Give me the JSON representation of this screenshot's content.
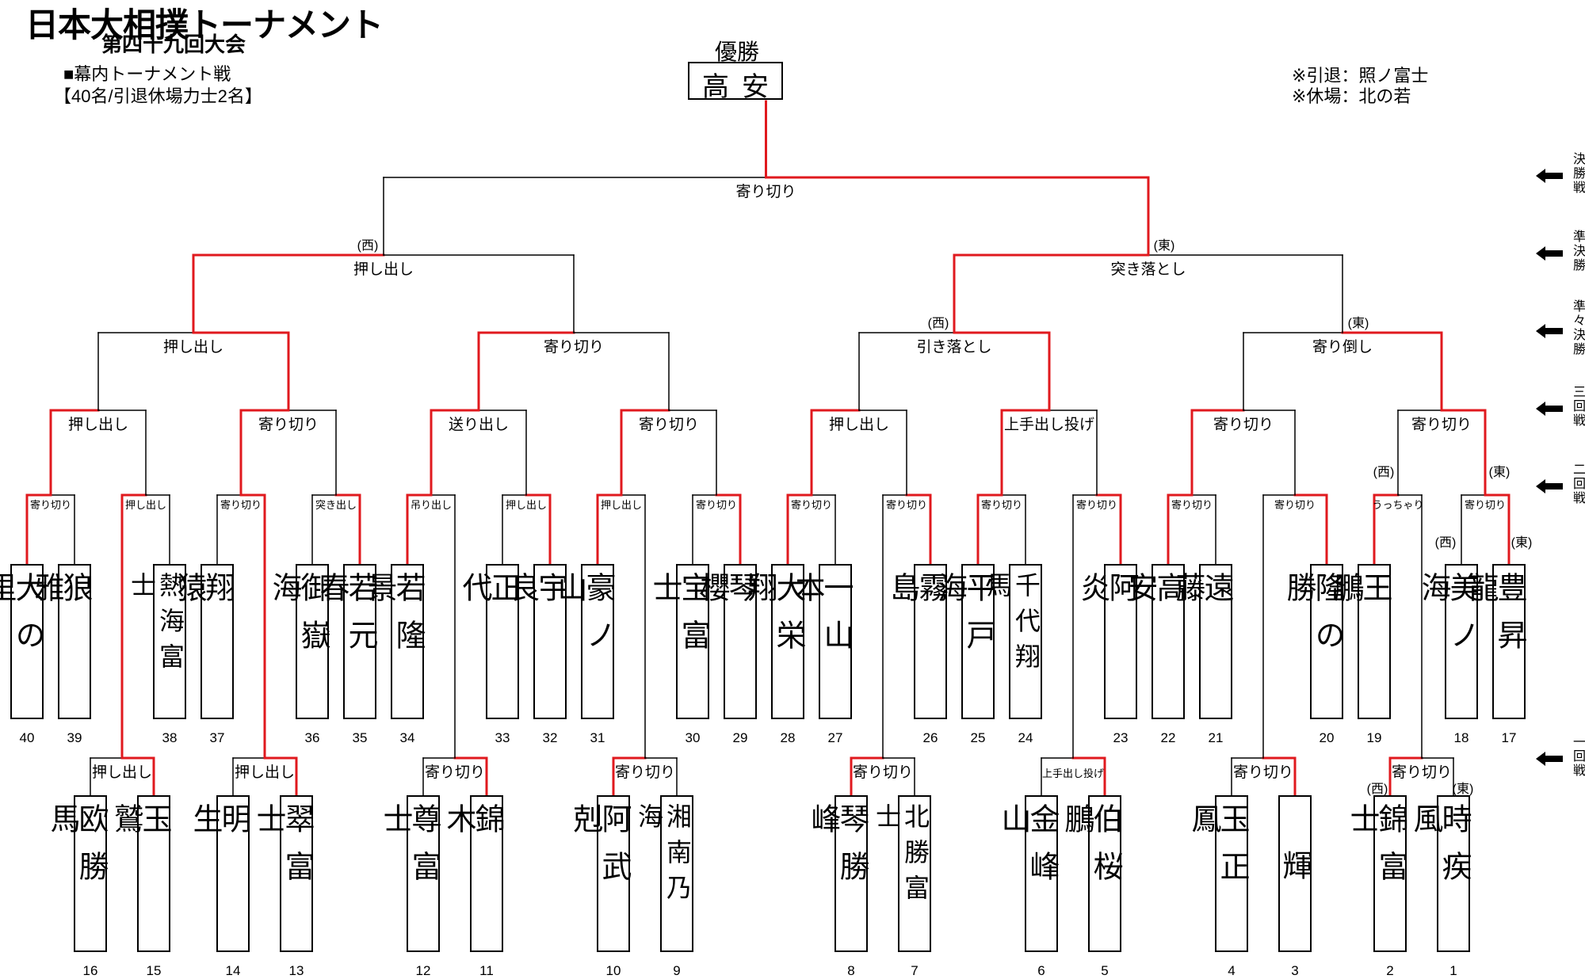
{
  "title": "日本大相撲トーナメント",
  "subtitle": "第四十九回大会",
  "info_left": [
    "■幕内トーナメント戦",
    "【40名/引退休場力士2名】"
  ],
  "info_right": [
    "※引退：照ノ富士",
    "※休場：北の若"
  ],
  "champion_label": "優勝",
  "champion": "高安",
  "rounds": [
    "決勝戦",
    "準決勝",
    "準々決勝",
    "三回戦",
    "二回戦",
    "一回戦"
  ],
  "colors": {
    "win_line": "#e0191e",
    "line": "#000000"
  },
  "wrestlers_r2": [
    {
      "no": "40",
      "name": "大の里"
    },
    {
      "no": "39",
      "name": "狼雅"
    },
    {
      "no": "38",
      "name": "熱海富士"
    },
    {
      "no": "37",
      "name": "翔猿"
    },
    {
      "no": "36",
      "name": "御嶽海"
    },
    {
      "no": "35",
      "name": "若元春"
    },
    {
      "no": "34",
      "name": "若隆景"
    },
    {
      "no": "33",
      "name": "正代"
    },
    {
      "no": "32",
      "name": "宇良"
    },
    {
      "no": "31",
      "name": "豪ノ山"
    },
    {
      "no": "30",
      "name": "宝富士"
    },
    {
      "no": "29",
      "name": "琴櫻"
    },
    {
      "no": "28",
      "name": "大栄翔"
    },
    {
      "no": "27",
      "name": "一山本"
    },
    {
      "no": "26",
      "name": "霧島"
    },
    {
      "no": "25",
      "name": "平戸海"
    },
    {
      "no": "24",
      "name": "千代翔馬"
    },
    {
      "no": "23",
      "name": "阿炎"
    },
    {
      "no": "22",
      "name": "高安"
    },
    {
      "no": "21",
      "name": "遠藤"
    },
    {
      "no": "20",
      "name": "隆の勝"
    },
    {
      "no": "19",
      "name": "王鵬"
    },
    {
      "no": "18",
      "name": "美ノ海"
    },
    {
      "no": "17",
      "name": "豊昇龍"
    }
  ],
  "wrestlers_r1": [
    {
      "no": "16",
      "name": "欧勝馬"
    },
    {
      "no": "15",
      "name": "玉鷲"
    },
    {
      "no": "14",
      "name": "明生"
    },
    {
      "no": "13",
      "name": "翠富士"
    },
    {
      "no": "12",
      "name": "尊富士"
    },
    {
      "no": "11",
      "name": "錦木"
    },
    {
      "no": "10",
      "name": "阿武剋"
    },
    {
      "no": "9",
      "name": "湘南乃海"
    },
    {
      "no": "8",
      "name": "琴勝峰"
    },
    {
      "no": "7",
      "name": "北勝富士"
    },
    {
      "no": "6",
      "name": "金峰山"
    },
    {
      "no": "5",
      "name": "伯桜鵬"
    },
    {
      "no": "4",
      "name": "玉正鳳"
    },
    {
      "no": "3",
      "name": "輝"
    },
    {
      "no": "2",
      "name": "錦富士"
    },
    {
      "no": "1",
      "name": "時疾風"
    }
  ],
  "kimarite": {
    "final": "寄り切り",
    "sf": [
      "押し出し",
      "突き落とし"
    ],
    "qf": [
      "押し出し",
      "寄り切り",
      "引き落とし",
      "寄り倒し"
    ],
    "r3": [
      "押し出し",
      "寄り切り",
      "送り出し",
      "寄り切り",
      "押し出し",
      "上手出し投げ",
      "寄り切り",
      "寄り切り"
    ],
    "r2": [
      "寄り切り",
      "押し出し",
      "寄り切り",
      "突き出し",
      "吊り出し",
      "押し出し",
      "押し出し",
      "寄り切り",
      "寄り切り",
      "寄り切り",
      "寄り切り",
      "寄り切り",
      "寄り切り",
      "寄り切り",
      "うっちゃり",
      "寄り切り"
    ],
    "r1": [
      "押し出し",
      "押し出し",
      "寄り切り",
      "寄り切り",
      "寄り切り",
      "上手出し投げ",
      "寄り切り",
      "寄り切り"
    ]
  },
  "side_tags": {
    "sf_left": "(西)",
    "sf_right": "(東)",
    "qf_left": "(西)",
    "qf_right": "(東)",
    "r2_left": "(西)",
    "r2_right": "(東)",
    "r17_left": "(西)",
    "r17_right": "(東)",
    "r1_left": "(西)",
    "r1_right": "(東)"
  }
}
